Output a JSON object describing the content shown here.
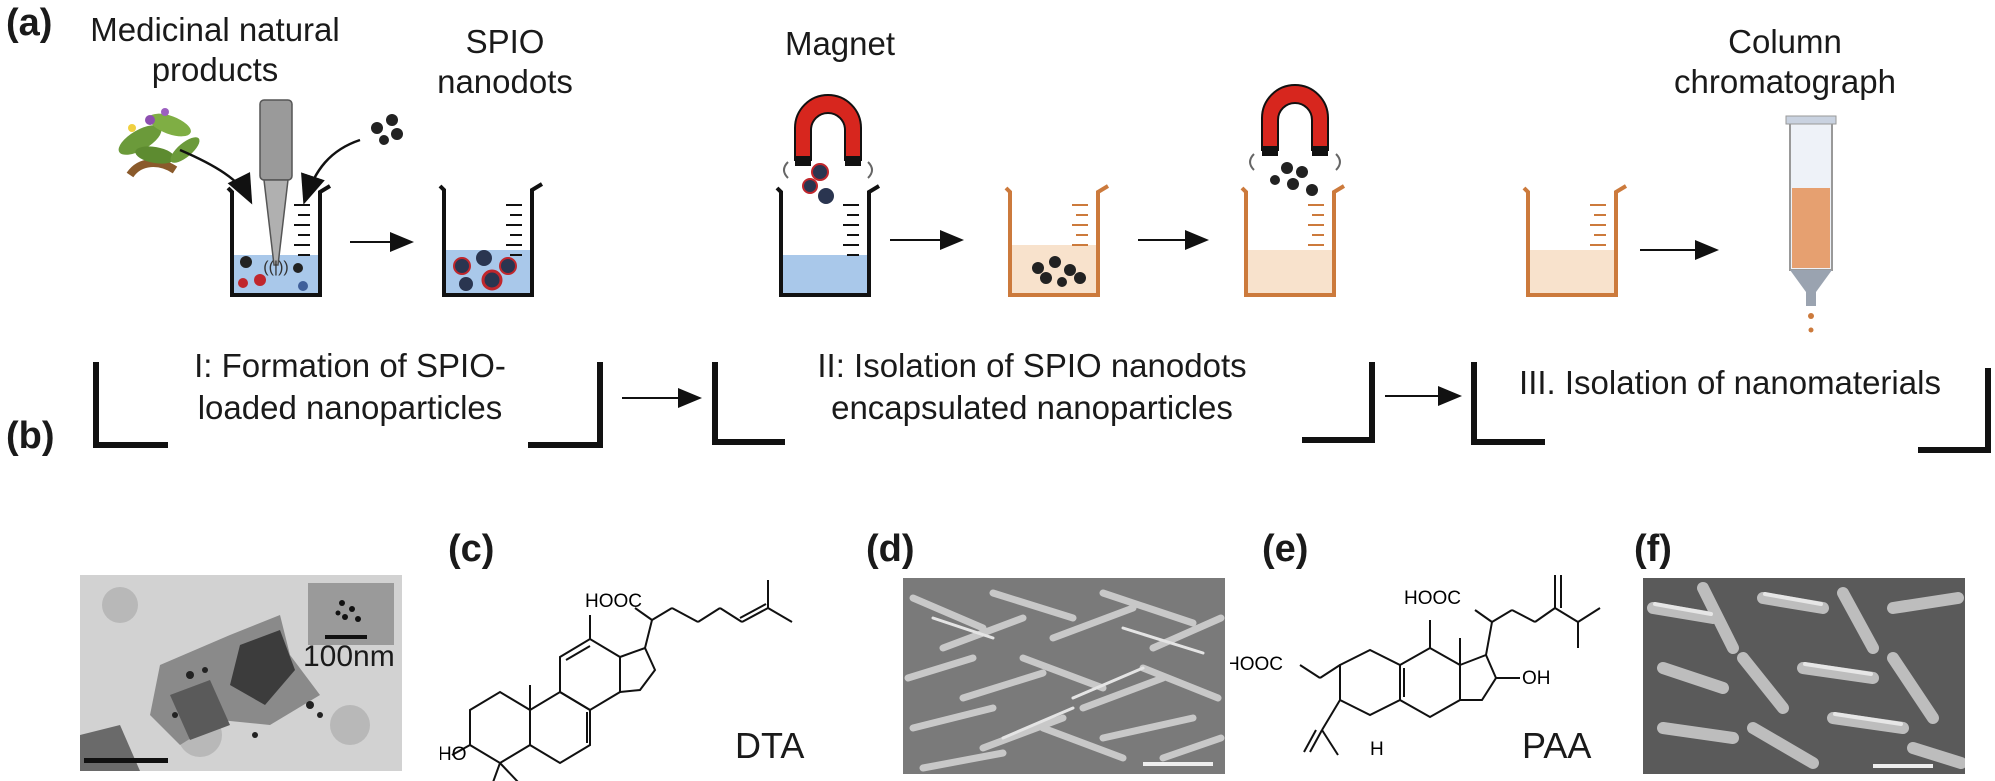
{
  "panels": {
    "a": "(a)",
    "b": "(b)",
    "c": "(c)",
    "d": "(d)",
    "e": "(e)",
    "f": "(f)"
  },
  "top_labels": {
    "medicinal": [
      "Medicinal natural",
      "products"
    ],
    "spio": [
      "SPIO",
      "nanodots"
    ],
    "magnet": "Magnet",
    "column": [
      "Column",
      "chromatograph"
    ]
  },
  "stages": {
    "stage1": [
      "I: Formation of SPIO-",
      "loaded nanoparticles"
    ],
    "stage2": [
      "II: Isolation of SPIO nanodots",
      "encapsulated nanoparticles"
    ],
    "stage3": "III. Isolation of nanomaterials"
  },
  "tem": {
    "scale_label": "100nm"
  },
  "compounds": {
    "dta": {
      "name": "DTA",
      "acid": "HOOC",
      "hydroxyl": "HO"
    },
    "paa": {
      "name": "PAA",
      "acid1": "HOOC",
      "acid2": "HOOC",
      "hydroxyl": "OH",
      "hydrogen": "H"
    }
  },
  "colors": {
    "magnet_red": "#d7261e",
    "liquid_blue": "#a9c8ea",
    "brown": "#cc7a3c",
    "brown_fill": "#f3d3b6",
    "dot_red": "#c0262c",
    "dot_dark": "#2a3550"
  }
}
